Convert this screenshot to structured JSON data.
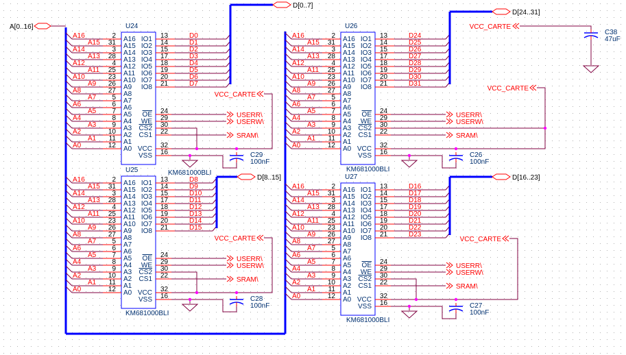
{
  "address_bus": {
    "label": "A[0..16]"
  },
  "left_pins": [
    {
      "name": "A16",
      "num": "2",
      "net": "A16"
    },
    {
      "name": "A15",
      "num": "31",
      "net": "A15"
    },
    {
      "name": "A14",
      "num": "3",
      "net": "A14"
    },
    {
      "name": "A13",
      "num": "28",
      "net": "A13"
    },
    {
      "name": "A12",
      "num": "4",
      "net": "A12"
    },
    {
      "name": "A11",
      "num": "25",
      "net": "A11"
    },
    {
      "name": "A10",
      "num": "23",
      "net": "A10"
    },
    {
      "name": "A9",
      "num": "26",
      "net": "A9"
    },
    {
      "name": "A8",
      "num": "27",
      "net": "A8"
    },
    {
      "name": "A7",
      "num": "5",
      "net": "A7"
    },
    {
      "name": "A6",
      "num": "6",
      "net": "A6"
    },
    {
      "name": "A5",
      "num": "7",
      "net": "A5"
    },
    {
      "name": "A4",
      "num": "8",
      "net": "A4"
    },
    {
      "name": "A3",
      "num": "9",
      "net": "A3"
    },
    {
      "name": "A2",
      "num": "10",
      "net": "A2"
    },
    {
      "name": "A1",
      "num": "11",
      "net": "A1"
    },
    {
      "name": "A0",
      "num": "12",
      "net": "A0"
    }
  ],
  "io_pins": [
    {
      "name": "IO1",
      "num": "13"
    },
    {
      "name": "IO2",
      "num": "14"
    },
    {
      "name": "IO3",
      "num": "15"
    },
    {
      "name": "IO4",
      "num": "17"
    },
    {
      "name": "IO5",
      "num": "18"
    },
    {
      "name": "IO6",
      "num": "19"
    },
    {
      "name": "IO7",
      "num": "20"
    },
    {
      "name": "IO8",
      "num": "21"
    }
  ],
  "control_pins": [
    {
      "name": "OE",
      "num": "24",
      "net": "USERR\\",
      "overline": true
    },
    {
      "name": "WE",
      "num": "29",
      "net": "USERW\\",
      "overline": false
    },
    {
      "name": "CS2",
      "num": "30",
      "net": "",
      "overline": true
    },
    {
      "name": "CS1",
      "num": "22",
      "net": "SRAM\\",
      "overline": false
    },
    {
      "name": "VCC",
      "num": "32",
      "net": "",
      "overline": false
    },
    {
      "name": "VSS",
      "num": "16",
      "net": "",
      "overline": false
    }
  ],
  "power_net": "VCC_CARTE",
  "chips": [
    {
      "ref": "U24",
      "part": "KM681000BLI",
      "data_bus": "D[0..7]",
      "data_nets": [
        "D0",
        "D1",
        "D2",
        "D3",
        "D4",
        "D5",
        "D6",
        "D7"
      ],
      "cap": {
        "ref": "C29",
        "value": "100nF"
      }
    },
    {
      "ref": "U25",
      "part": "KM681000BLI",
      "data_bus": "D[8..15]",
      "data_nets": [
        "D8",
        "D9",
        "D10",
        "D11",
        "D12",
        "D13",
        "D14",
        "D15"
      ],
      "cap": {
        "ref": "C28",
        "value": "100nF"
      }
    },
    {
      "ref": "U26",
      "part": "KM681000BLI",
      "data_bus": "D[24..31]",
      "data_nets": [
        "D24",
        "D25",
        "D26",
        "D27",
        "D28",
        "D29",
        "D30",
        "D31"
      ],
      "cap": {
        "ref": "C26",
        "value": "100nF"
      }
    },
    {
      "ref": "U27",
      "part": "KM681000BLI",
      "data_bus": "D[16..23]",
      "data_nets": [
        "D16",
        "D17",
        "D18",
        "D19",
        "D20",
        "D21",
        "D22",
        "D23"
      ],
      "cap": {
        "ref": "C27",
        "value": "100nF"
      }
    }
  ],
  "bulk_cap": {
    "ref": "C38",
    "value": "47uF"
  },
  "colors": {
    "wire": "#800040",
    "pin": "#ff0000",
    "bus": "#0000ff",
    "chip": "#0000ff",
    "junction": "#ff00ff",
    "label": "#ff0000",
    "chip_text": "#003070"
  }
}
